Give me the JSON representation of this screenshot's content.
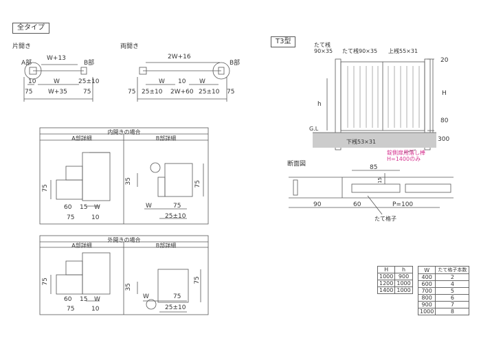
{
  "header": {
    "all_type": "全タイプ",
    "t3": "T3型"
  },
  "single": {
    "title": "片開き",
    "a_part": "A部",
    "b_part": "B部",
    "d_w13": "W+13",
    "d_10": "10",
    "d_w": "W",
    "d_25": "25±10",
    "d_75a": "75",
    "d_w35": "W+35",
    "d_75b": "75"
  },
  "double": {
    "title": "両開き",
    "b_part": "B部",
    "d_2w16": "2W+16",
    "d_w1": "W",
    "d_10": "10",
    "d_w2": "W",
    "d_75a": "75",
    "d_25a": "25±10",
    "d_2w60": "2W+60",
    "d_25b": "25±10",
    "d_75b": "75"
  },
  "inner": {
    "title": "内開きの場合",
    "a_detail": "A部詳細",
    "b_detail": "B部詳細",
    "a_75v": "75",
    "a_60": "60",
    "a_15": "15",
    "a_w": "W",
    "a_75": "75",
    "a_10": "10",
    "b_35": "35",
    "b_75v": "75",
    "b_w": "W",
    "b_75": "75",
    "b_25": "25±10"
  },
  "outer": {
    "title": "外開きの場合",
    "a_detail": "A部詳細",
    "b_detail": "B部詳細",
    "a_75v": "75",
    "a_60": "60",
    "a_15": "15",
    "a_w": "W",
    "a_75": "75",
    "a_10": "10",
    "b_35": "35",
    "b_75v": "75",
    "b_w": "W",
    "b_75": "75",
    "b_25": "25±10"
  },
  "t3": {
    "post_label1": "たて桟",
    "post_label2": "90×35",
    "post90": "たて桟90×35",
    "top": "上桟55×31",
    "d_20": "20",
    "d_H": "H",
    "d_h": "h",
    "d_80": "80",
    "d_300": "300",
    "gl": "G.L",
    "bottom": "下桟53×31",
    "note1": "錠側扉用落し棒",
    "note2": "H=1400のみ"
  },
  "section": {
    "title": "断面図",
    "d_85": "85",
    "d_15": "15",
    "d_90": "90",
    "d_60": "60",
    "d_p": "P=100",
    "label": "たて格子"
  },
  "table_h": {
    "headers": [
      "H",
      "h"
    ],
    "rows": [
      [
        "1000",
        "900"
      ],
      [
        "1200",
        "1000"
      ],
      [
        "1400",
        "1000"
      ]
    ]
  },
  "table_w": {
    "headers": [
      "W",
      "たて格子本数"
    ],
    "rows": [
      [
        "400",
        "2"
      ],
      [
        "600",
        "4"
      ],
      [
        "700",
        "5"
      ],
      [
        "800",
        "6"
      ],
      [
        "900",
        "7"
      ],
      [
        "1000",
        "8"
      ]
    ]
  },
  "colors": {
    "accent": "#d6338f",
    "line": "#555555",
    "ground": "#cccccc"
  }
}
